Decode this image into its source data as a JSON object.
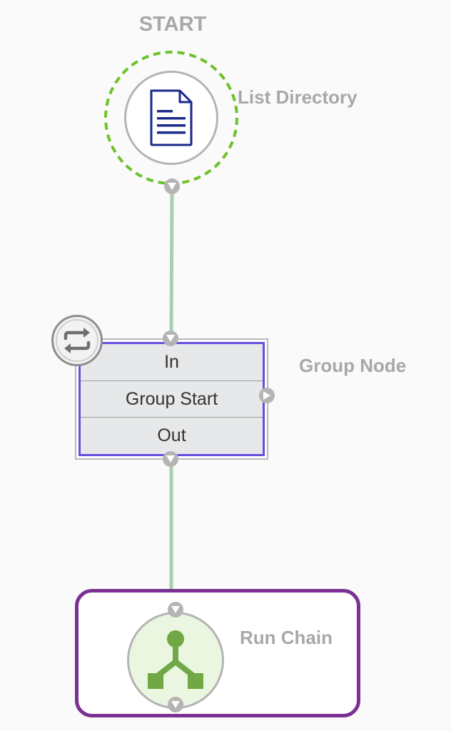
{
  "diagram": {
    "start_label": "START",
    "nodes": {
      "list_directory": {
        "label": "List Directory",
        "icon": "document-icon"
      },
      "group_node": {
        "label": "Group Node",
        "rows": [
          "In",
          "Group Start",
          "Out"
        ],
        "badge_icon": "loop-icon"
      },
      "run_chain": {
        "label": "Run Chain",
        "icon": "chain-fork-icon"
      }
    }
  },
  "colors": {
    "start_ring": "#6ec22a",
    "edge": "#a9cfb0",
    "group_border": "#6a4ee0",
    "chain_frame": "#7a3193",
    "chain_icon": "#6fa844",
    "document_icon": "#1a2a8a",
    "port": "#b4b4b4",
    "label": "#a8a8a8"
  }
}
